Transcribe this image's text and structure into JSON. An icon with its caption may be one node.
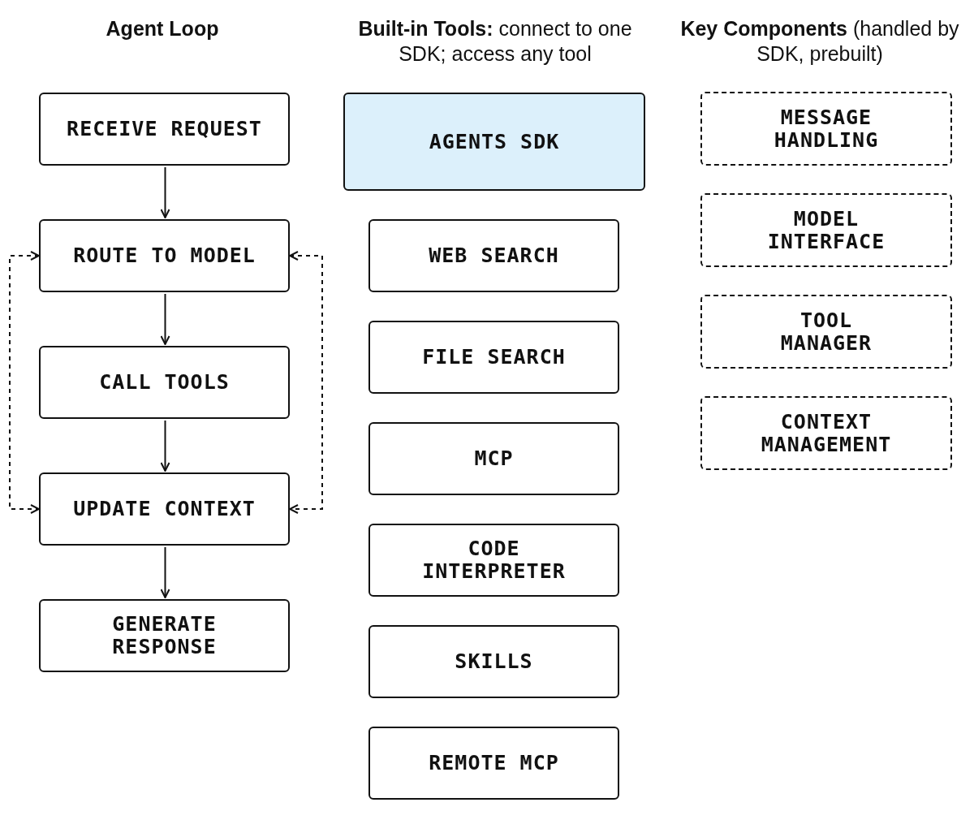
{
  "diagram": {
    "nodes": [
      {
        "text": [
          "RECEIVE REQUEST"
        ]
      },
      {
        "text": [
          "ROUTE TO MODEL"
        ]
      },
      {
        "text": [
          "CALL TOOLS"
        ]
      },
      {
        "text": [
          "UPDATE CONTEXT"
        ]
      },
      {
        "text": [
          "GENERATE RESPONSE"
        ]
      },
      {
        "text": [
          "AGENTS SDK"
        ]
      },
      {
        "text": [
          "WEB SEARCH"
        ]
      },
      {
        "text": [
          "FILE SEARCH"
        ]
      },
      {
        "text": [
          "MCP"
        ]
      },
      {
        "text": [
          "CODE INTERPRETER"
        ]
      },
      {
        "text": [
          "SKILLS"
        ]
      },
      {
        "text": [
          "REMOTE MCP"
        ]
      },
      {
        "text": [
          "MESSAGE HANDLING"
        ]
      },
      {
        "text": [
          "MODEL INTERFACE"
        ]
      },
      {
        "text": [
          "TOOL MANAGER"
        ]
      },
      {
        "text": [
          "CONTEXT MANAGEMENT"
        ]
      }
    ],
    "edges": [
      {
        "from": 0,
        "to": 1,
        "arrow": "to"
      },
      {
        "from": 1,
        "to": 2,
        "arrow": "to"
      },
      {
        "from": 2,
        "to": 3,
        "arrow": "to"
      },
      {
        "from": 3,
        "to": 4,
        "arrow": "to"
      },
      {
        "from": 1,
        "to": 3,
        "arrow": "both",
        "style": "dashed"
      },
      {
        "from": 1,
        "to": 3,
        "arrow": "both",
        "style": "dashed"
      }
    ],
    "labels": [
      "Agent Loop",
      "**Built-in Tools:** connect to one SDK; access any tool",
      "**Key Components** (handled by SDK, prebuilt)"
    ]
  }
}
